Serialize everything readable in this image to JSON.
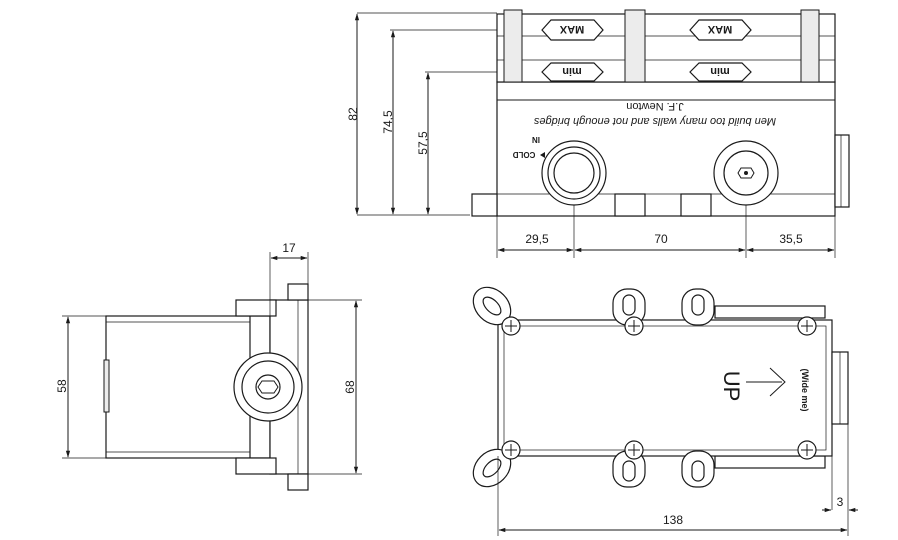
{
  "dimensions": {
    "front_height_total": "82",
    "front_height_upper": "74,5",
    "front_height_inlet": "57,5",
    "front_offset_left": "29,5",
    "front_inlet_spacing": "70",
    "front_offset_right": "35,5",
    "side_depth": "17",
    "side_height_left": "58",
    "side_height_right": "68",
    "bottom_width": "138",
    "bottom_projection": "3"
  },
  "labels": {
    "max_left": "MAX",
    "max_right": "MAX",
    "min_left": "min",
    "min_right": "min",
    "quote": "Men build too many walls and not enough bridges",
    "author": "J.F. Newton",
    "cold": "COLD",
    "in": "IN",
    "up": "UP",
    "wide_me": "(Wide me)"
  }
}
